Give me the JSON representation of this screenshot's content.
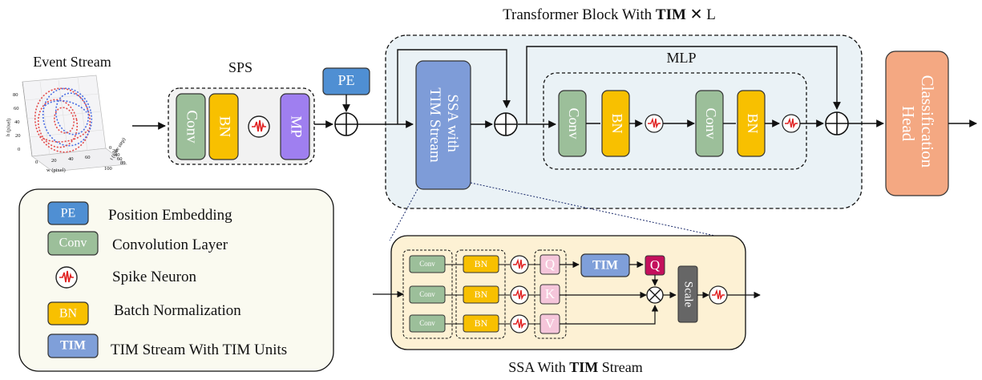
{
  "title": {
    "pre": "Transformer Block With ",
    "bold": "TIM",
    "post": " ✕ L"
  },
  "event_stream": {
    "label": "Event Stream",
    "y_axis": "h (pixel)",
    "x_axis": "w (pixel)",
    "z_axis": "t (time step)",
    "y_ticks": [
      "80",
      "60",
      "40",
      "20",
      "0"
    ],
    "x_ticks": [
      "0",
      "20",
      "40",
      "60"
    ],
    "z_ticks": [
      "0",
      "20",
      "40",
      "60",
      "80",
      "100"
    ]
  },
  "sps": {
    "label": "SPS",
    "conv": "Conv",
    "bn": "BN",
    "mp": "MP"
  },
  "pe": "PE",
  "ssa_block": {
    "line1": "SSA with",
    "line2": "TIM Stream"
  },
  "mlp": {
    "label": "MLP",
    "conv1": "Conv",
    "bn1": "BN",
    "conv2": "Conv",
    "bn2": "BN"
  },
  "head": {
    "line1": "Classification",
    "line2": "Head"
  },
  "legend": {
    "items": [
      {
        "key": "PE",
        "text": "Position Embedding"
      },
      {
        "key": "Conv",
        "text": "Convolution Layer"
      },
      {
        "key": "",
        "text": "Spike Neuron"
      },
      {
        "key": "BN",
        "text": "Batch Normalization"
      },
      {
        "key": "TIM",
        "text": "TIM Stream With TIM Units"
      }
    ]
  },
  "ssa_detail": {
    "caption_pre": "SSA With ",
    "caption_bold": "TIM",
    "caption_post": " Stream",
    "conv": [
      "Conv",
      "Conv",
      "Conv"
    ],
    "bn": [
      "BN",
      "BN",
      "BN"
    ],
    "q": "Q",
    "k": "K",
    "v": "V",
    "tim": "TIM",
    "q2": "Q",
    "scale": "Scale"
  },
  "colors": {
    "conv": "#9cbf9a",
    "bn": "#f8c000",
    "mp": "#9f7ff0",
    "pe": "#4f8fd3",
    "ssa": "#7e9cd8",
    "tim": "#7f9fd9",
    "head": "#f4a882",
    "block_bg": "#eaf2f6",
    "detail_bg": "#fdf1d4",
    "qkv": "#f5c6da",
    "q2": "#c4105c",
    "scale": "#666666",
    "spike": "#e02020"
  }
}
